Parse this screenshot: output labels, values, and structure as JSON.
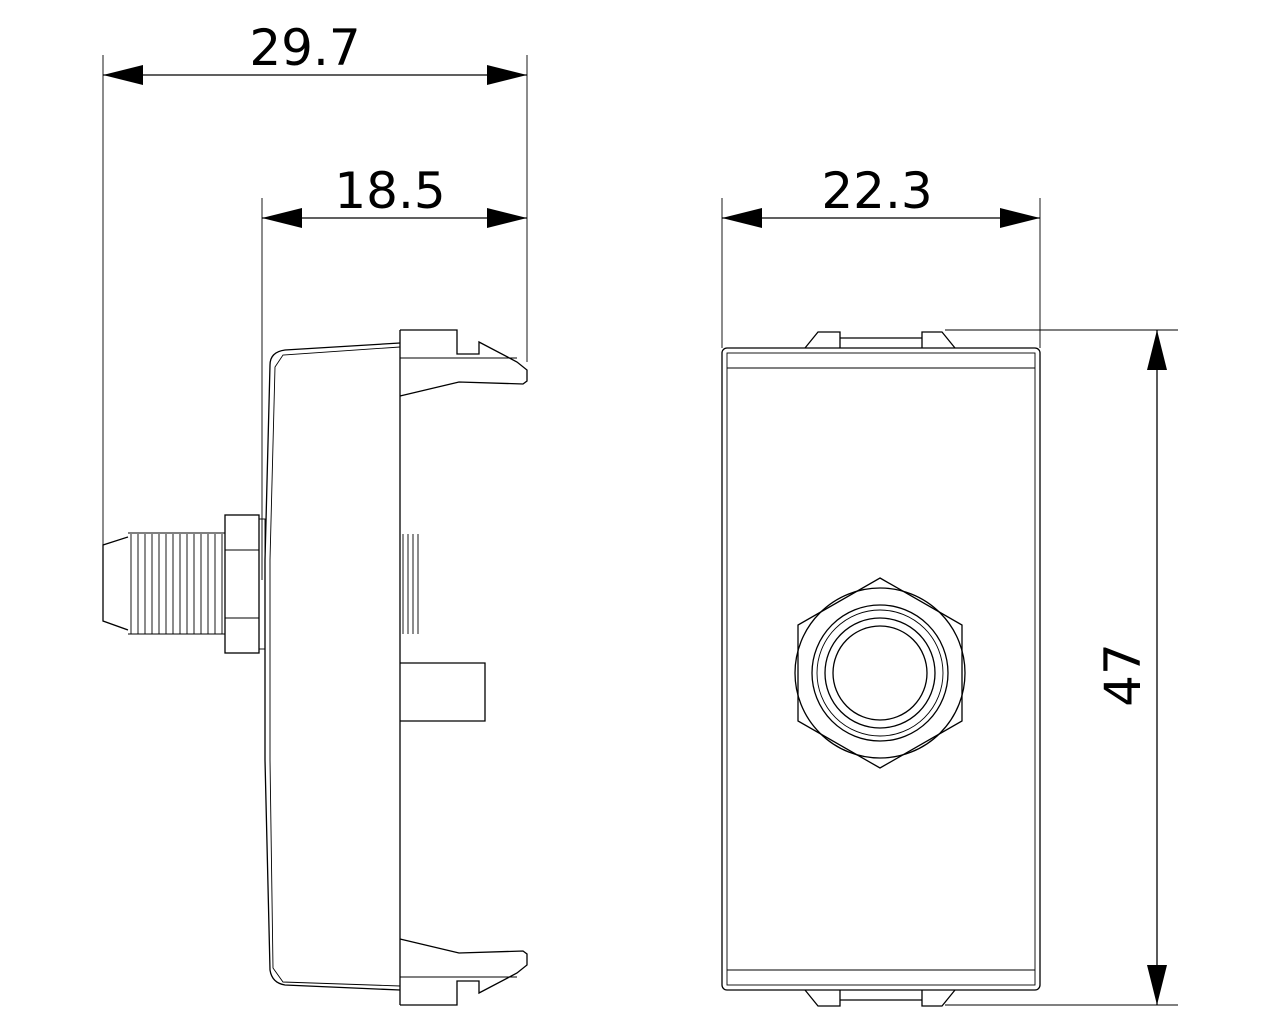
{
  "dimensions": {
    "overall_depth": "29.7",
    "body_depth": "18.5",
    "width": "22.3",
    "height": "47"
  },
  "colors": {
    "line": "#000000",
    "background": "#ffffff"
  }
}
